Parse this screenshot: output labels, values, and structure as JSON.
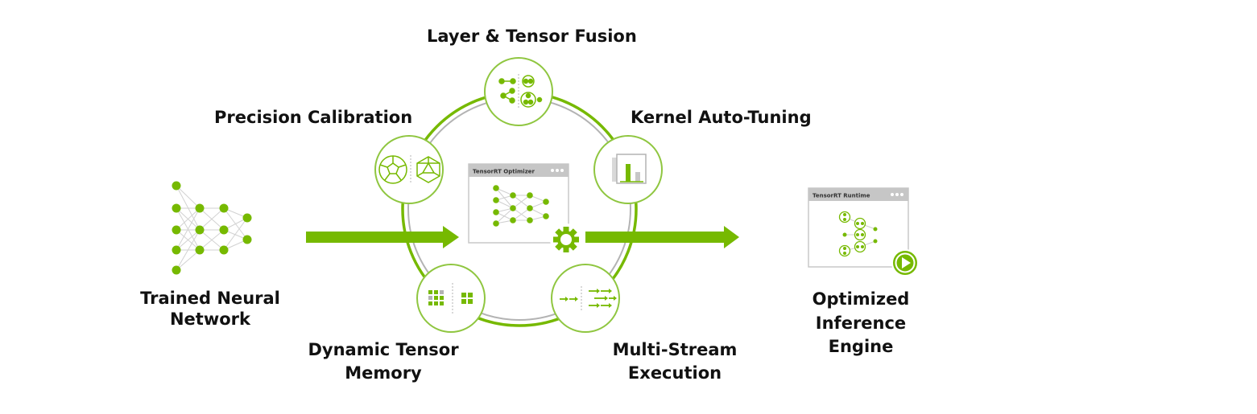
{
  "colors": {
    "green": "#76b900",
    "light_green": "#a8d870",
    "gray": "#b3b3b3",
    "dark_gray": "#9a9a9a",
    "text": "#111111"
  },
  "labels": {
    "layer_fusion": "Layer & Tensor Fusion",
    "precision": "Precision Calibration",
    "kernel": "Kernel Auto-Tuning",
    "trained": [
      "Trained Neural",
      "Network"
    ],
    "dynamic_memory": [
      "Dynamic Tensor",
      "Memory"
    ],
    "multi_stream": [
      "Multi-Stream",
      "Execution"
    ],
    "optimized": [
      "Optimized",
      "Inference",
      "Engine"
    ]
  },
  "optimizer_window": {
    "title": "TensorRT Optimizer"
  },
  "runtime_window": {
    "title": "TensorRT Runtime"
  },
  "icons": [
    "neural-network-icon",
    "fusion-icon",
    "polyhedra-icon",
    "bar-chart-icon",
    "memory-grid-icon",
    "stream-arrows-icon",
    "gear-icon",
    "play-icon"
  ]
}
